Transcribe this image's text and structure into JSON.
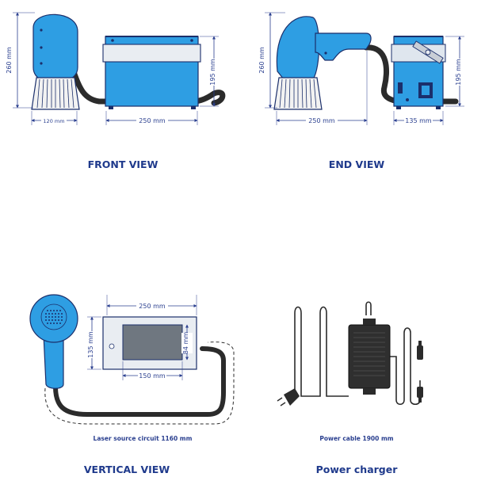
{
  "panels": {
    "front": {
      "title": "FRONT VIEW",
      "height_dim": "260 mm",
      "handle_width_dim": "120 mm",
      "box_width_dim": "250 mm",
      "box_height_dim": "195 mm"
    },
    "end": {
      "title": "END VIEW",
      "height_dim": "260 mm",
      "length_dim": "250 mm",
      "box_depth_dim": "135 mm",
      "box_height_dim": "195 mm"
    },
    "vertical": {
      "title": "VERTICAL VIEW",
      "box_width_dim": "250 mm",
      "box_depth_dim": "135 mm",
      "window_height_dim": "84 mm",
      "window_width_dim": "150 mm",
      "cable_note": "Laser source circuit 1160 mm"
    },
    "charger": {
      "title": "Power charger",
      "cable_note": "Power cable 1900 mm"
    }
  },
  "colors": {
    "device_blue": "#2e9ee3",
    "outline": "#1b2f6b",
    "label_blue": "#1f3a8c",
    "cable": "#2b2b2b"
  }
}
